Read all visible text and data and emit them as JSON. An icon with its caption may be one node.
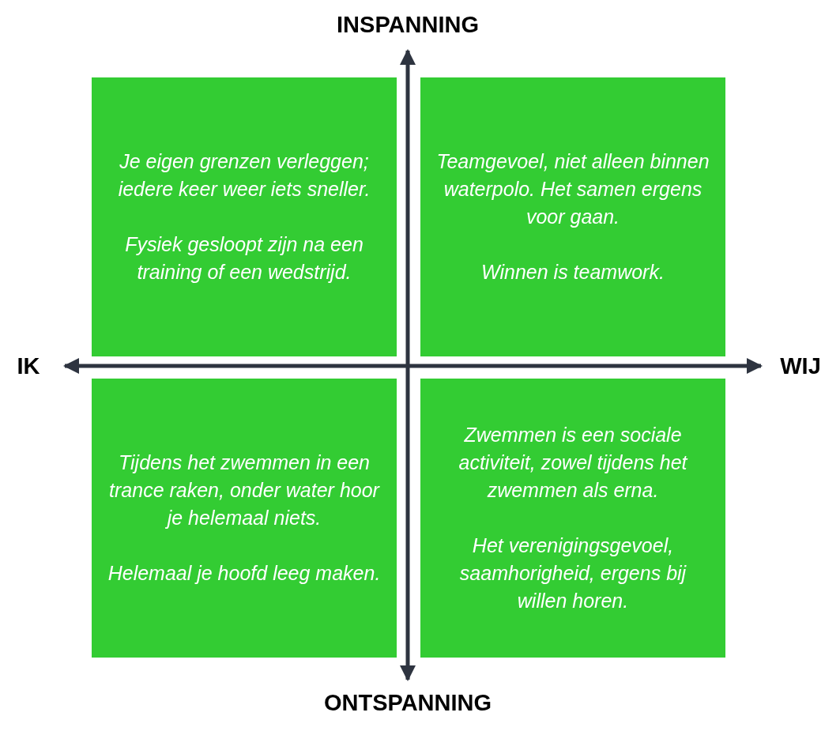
{
  "diagram": {
    "nodes": [
      {
        "text": [
          "Je eigen grenzen verleggen; iedere keer weer iets sneller.",
          "Fysiek gesloopt zijn na een training of een wedstrijd."
        ]
      },
      {
        "text": [
          "Teamgevoel, niet alleen binnen waterpolo. Het samen ergens voor gaan.",
          "Winnen is teamwork."
        ]
      },
      {
        "text": [
          "Tijdens het zwemmen in een trance raken, onder water hoor je helemaal niets.",
          "Helemaal je hoofd leeg maken."
        ]
      },
      {
        "text": [
          "Zwemmen is een sociale activiteit, zowel tijdens het zwemmen als erna.",
          "Het verenigingsgevoel, saamhorigheid, ergens bij willen horen."
        ]
      }
    ],
    "labels": [
      "INSPANNING",
      "IK",
      "WIJ",
      "ONTSPANNING"
    ]
  }
}
